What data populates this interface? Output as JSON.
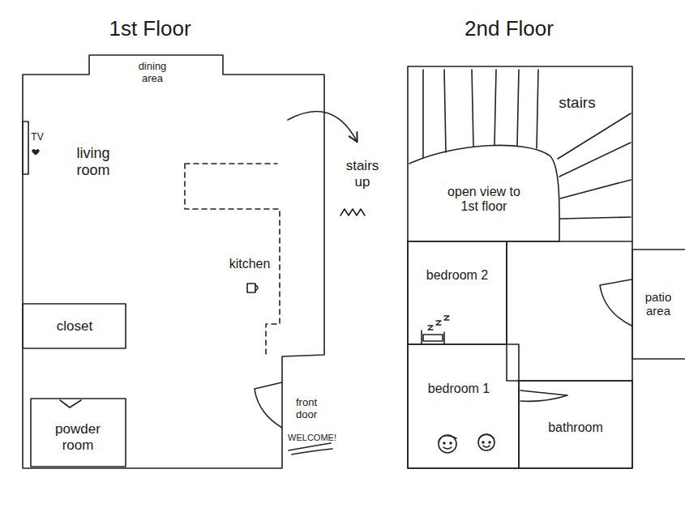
{
  "diagram": {
    "nodes": [
      {
        "text": [
          "1st Floor"
        ]
      },
      {
        "text": [
          "kitchen"
        ],
        "in": 0
      },
      {
        "text": [
          "closet"
        ],
        "in": 0
      },
      {
        "text": [
          "powder room"
        ],
        "in": 0
      },
      {
        "text": [
          "2nd Floor"
        ]
      },
      {
        "text": [
          "open view to 1st floor"
        ],
        "in": 4
      },
      {
        "text": [
          "bedroom 2"
        ],
        "in": 4
      },
      {
        "text": [
          "bedroom 1"
        ],
        "in": 4
      },
      {
        "text": [
          "bathroom"
        ],
        "in": 4
      },
      {
        "text": [
          "patio area"
        ]
      }
    ],
    "labels": [
      "dining area",
      "TV",
      "living room",
      "stairs up",
      "front door",
      "WELCOME!",
      "stairs"
    ]
  }
}
